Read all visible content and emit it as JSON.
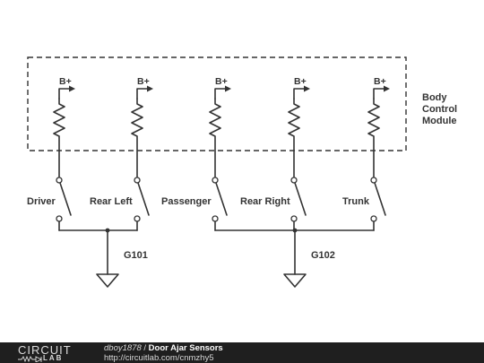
{
  "module": {
    "label_lines": [
      "Body",
      "Control",
      "Module"
    ]
  },
  "supply_label": "B+",
  "channels": [
    {
      "name": "Driver"
    },
    {
      "name": "Rear Left"
    },
    {
      "name": "Passenger"
    },
    {
      "name": "Rear Right"
    },
    {
      "name": "Trunk"
    }
  ],
  "grounds": [
    {
      "label": "G101"
    },
    {
      "label": "G102"
    }
  ],
  "footer": {
    "logo_top": "CIRCUIT",
    "logo_bottom": "LAB",
    "author": "dboy1878",
    "separator": " / ",
    "title": "Door Ajar Sensors",
    "url": "http://circuitlab.com/cnmzhy5"
  }
}
